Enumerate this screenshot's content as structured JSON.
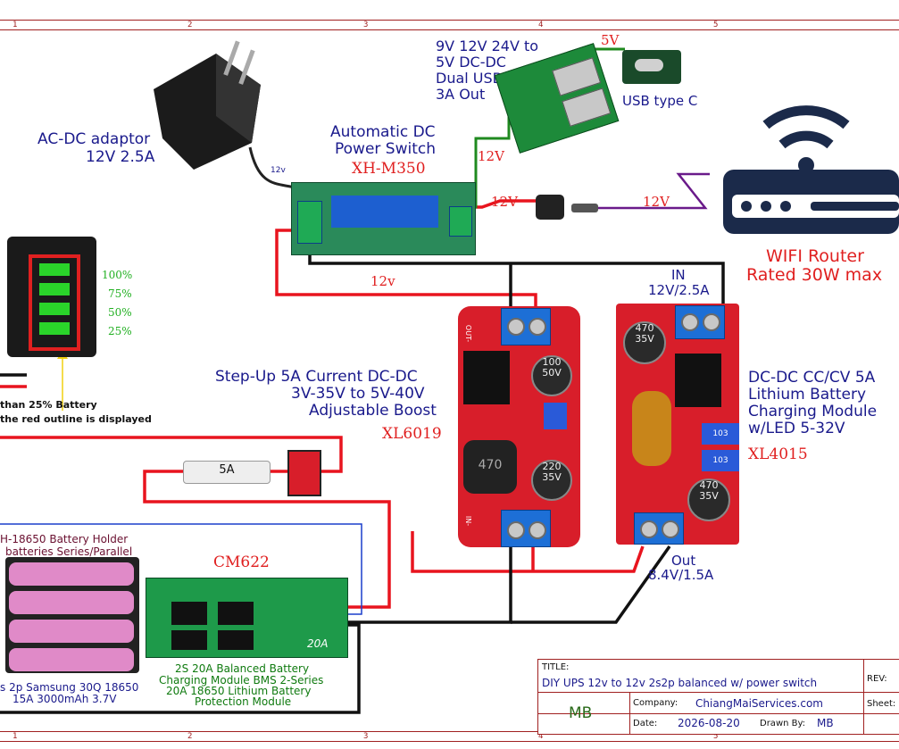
{
  "frame": {
    "columns": [
      "1",
      "2",
      "3",
      "4",
      "5"
    ]
  },
  "adaptor": {
    "label_line1": "AC-DC adaptor",
    "label_line2": "12V 2.5A",
    "cable_label": "12v"
  },
  "xh_m350": {
    "label_line1": "Automatic DC",
    "label_line2": "Power Switch",
    "part": "XH-M350"
  },
  "usb_converter": {
    "line1": "9V 12V 24V to",
    "line2": "5V DC-DC",
    "line3": "Dual USB",
    "line4": "3A Out"
  },
  "usb_c": {
    "label": "USB type C",
    "wire_label": "5V"
  },
  "router": {
    "title": "WIFI Router",
    "subtitle": "Rated 30W max"
  },
  "wire_labels": {
    "usb_in": "12V",
    "barrel_left": "12V",
    "barrel_right": "12V",
    "red_bus": "12v"
  },
  "battery_indicator": {
    "levels": [
      "100%",
      "75%",
      "50%",
      "25%"
    ],
    "note_line1": "than 25% Battery",
    "note_line2": "the red outline is displayed"
  },
  "xl6019": {
    "label_line1": "Step-Up 5A Current DC-DC",
    "label_line2": "3V-35V to 5V-40V",
    "label_line3": "Adjustable Boost",
    "part": "XL6019",
    "cap_top": "100\n50V",
    "cap_bottom": "220\n35V",
    "inductor": "470",
    "pin_out": "OUT-",
    "pin_in": "IN-"
  },
  "xl4015": {
    "in_label": "IN",
    "in_rating": "12V/2.5A",
    "label_line1": "DC-DC CC/CV 5A",
    "label_line2": "Lithium Battery",
    "label_line3": "Charging Module",
    "label_line4": "w/LED 5-32V",
    "part": "XL4015",
    "out_label": "Out",
    "out_rating": "8.4V/1.5A",
    "cap_top": "470\n35V",
    "cap_bottom": "470\n35V",
    "pot_label_1": "103",
    "pot_label_2": "103"
  },
  "fuse": {
    "label": "5A"
  },
  "battery_holder": {
    "title_line1": "H-18650 Battery Holder",
    "title_line2": "batteries Series/Parallel",
    "spec_line1": "s 2p Samsung 30Q 18650",
    "spec_line2": "15A 3000mAh 3.7V"
  },
  "bms": {
    "part": "CM622",
    "rating": "20A",
    "desc_line1": "2S 20A Balanced Battery",
    "desc_line2": "Charging Module BMS 2-Series",
    "desc_line3": "20A 18650 Lithium Battery",
    "desc_line4": "Protection Module"
  },
  "title_block": {
    "title_label": "TITLE:",
    "title": "DIY UPS 12v to 12v 2s2p balanced w/ power switch",
    "rev_label": "REV:",
    "company_label": "Company:",
    "company": "ChiangMaiServices.com",
    "sheet_label": "Sheet:",
    "initials": "MB",
    "date_label": "Date:",
    "date": "2026-08-20",
    "drawn_label": "Drawn By:",
    "drawn_by": "MB"
  },
  "colors": {
    "wire_red": "#e8141e",
    "wire_black": "#111111",
    "wire_green": "#1f8a1f",
    "wire_blue": "#1a3fcc",
    "wire_purple": "#6a1a8a",
    "label_blue": "#1a1a8c",
    "part_red": "#e02020"
  }
}
